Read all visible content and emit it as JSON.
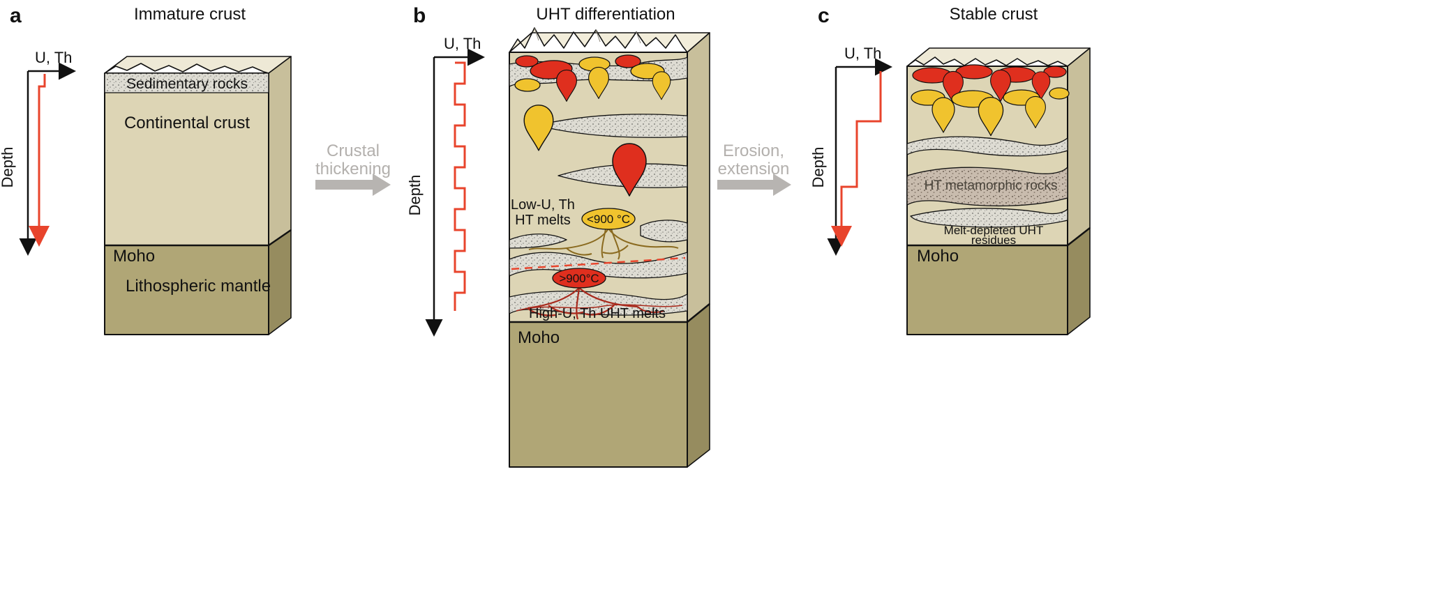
{
  "figure": {
    "panels": {
      "a": {
        "label": "a",
        "title": "Immature crust",
        "axis": {
          "x": "U, Th",
          "y": "Depth"
        },
        "labels": {
          "sedimentary": "Sedimentary rocks",
          "crust": "Continental crust",
          "moho": "Moho",
          "mantle": "Lithospheric mantle"
        }
      },
      "b": {
        "label": "b",
        "title": "UHT differentiation",
        "axis": {
          "x": "U, Th",
          "y": "Depth"
        },
        "labels": {
          "low_melts_1": "Low-U, Th",
          "low_melts_2": "HT melts",
          "temp_low": "<900 °C",
          "temp_high": ">900°C",
          "high_melts": "High-U, Th UHT melts",
          "moho": "Moho"
        }
      },
      "c": {
        "label": "c",
        "title": "Stable crust",
        "axis": {
          "x": "U, Th",
          "y": "Depth"
        },
        "labels": {
          "ht_rocks": "HT metamorphic rocks",
          "residues_1": "Melt-depleted UHT",
          "residues_2": "residues",
          "moho": "Moho"
        }
      }
    },
    "transitions": {
      "ab": {
        "line1": "Crustal",
        "line2": "thickening"
      },
      "bc": {
        "line1": "Erosion,",
        "line2": "extension"
      }
    },
    "colors": {
      "crust": "#ddd5b5",
      "crust_top": "#eee9d6",
      "mantle": "#b0a676",
      "side_crust": "#c8bf9b",
      "side_mantle": "#968c5f",
      "melt_red": "#df2f1e",
      "melt_yellow": "#f0c32e",
      "profile_red": "#e8442c",
      "transition_gray": "#b7b4b1"
    }
  }
}
